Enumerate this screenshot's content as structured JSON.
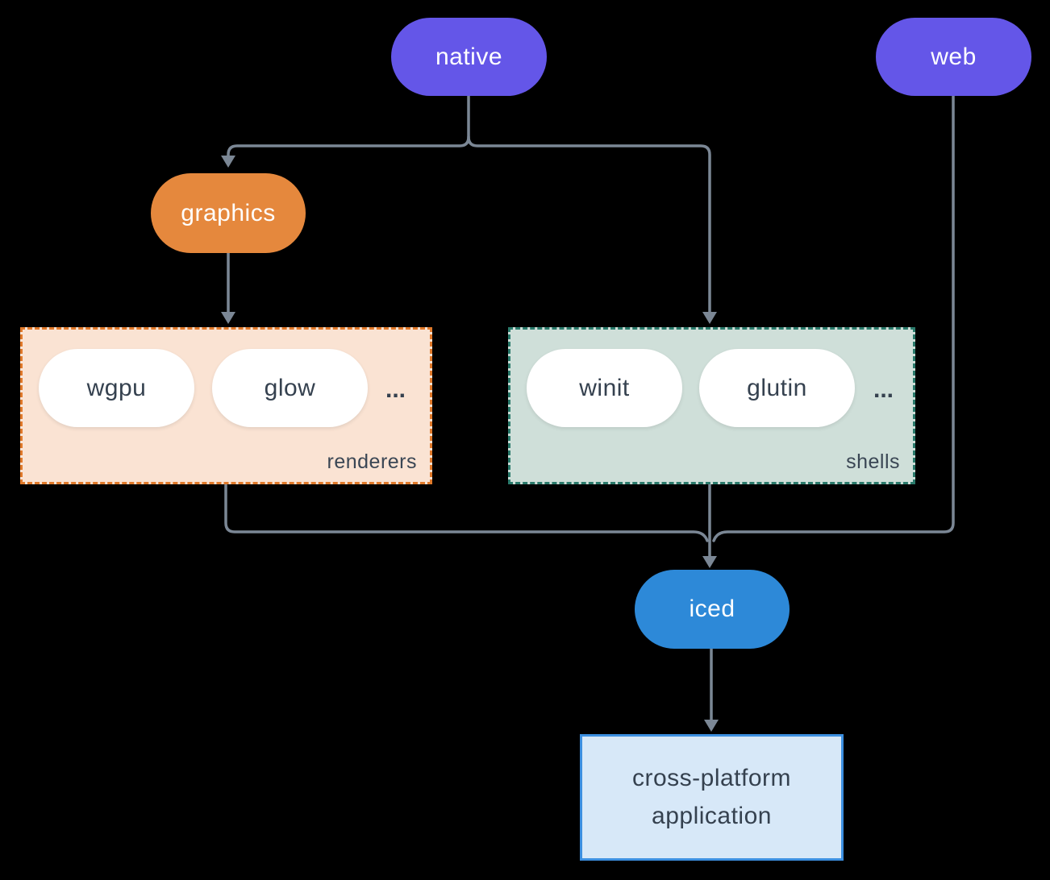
{
  "nodes": {
    "native": {
      "label": "native",
      "color": "#6456e8"
    },
    "web": {
      "label": "web",
      "color": "#6456e8"
    },
    "graphics": {
      "label": "graphics",
      "color": "#e5883d"
    },
    "iced": {
      "label": "iced",
      "color": "#2d89d8"
    },
    "application": {
      "label": "cross-platform application",
      "fill": "#d7e8f8",
      "border": "#3c8fe0"
    }
  },
  "groups": {
    "renderers": {
      "label": "renderers",
      "fill": "#fae3d3",
      "border": "#e0792a",
      "pills": [
        "wgpu",
        "glow"
      ],
      "ellipsis": "..."
    },
    "shells": {
      "label": "shells",
      "fill": "#cfdfd9",
      "border": "#2a7a6b",
      "pills": [
        "winit",
        "glutin"
      ],
      "ellipsis": "..."
    }
  },
  "colors": {
    "connector": "#7b8795",
    "pill_text": "#ffffff",
    "dark_text": "#35414f",
    "background": "#000000"
  }
}
